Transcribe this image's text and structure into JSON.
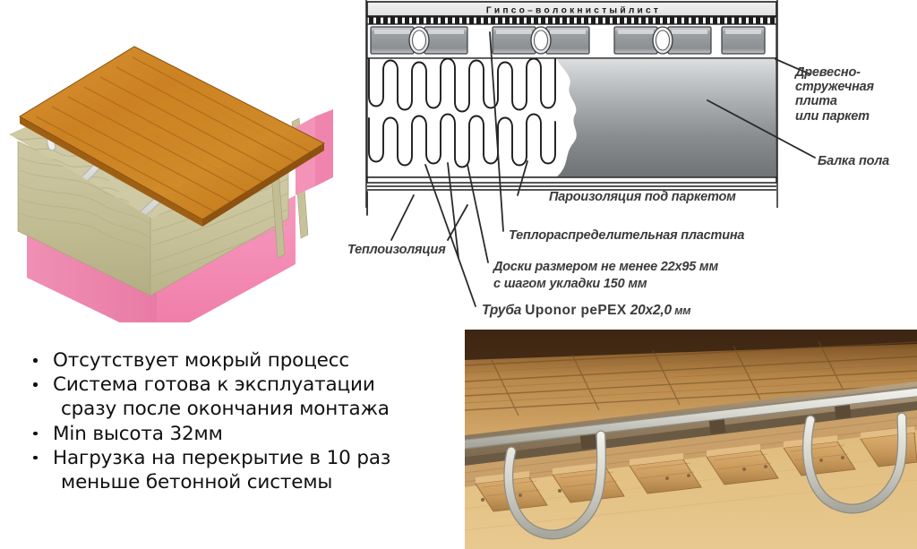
{
  "document": {
    "language": "ru",
    "topic": "Сухая система напольного отопления Uponor"
  },
  "cross_section": {
    "header_label": "Г и п с о – в о л о к н и с т ы й   л и с т",
    "header_label_plain": "Гипсоволокнистый лист",
    "callouts": [
      {
        "id": "chipboard",
        "name": "chipboard-or-parquet",
        "lines": [
          "Древесно-",
          "стружечная плита",
          "или паркет"
        ],
        "text": "Древесно-стружечная плита или паркет"
      },
      {
        "id": "beam",
        "name": "floor-beam",
        "text": "Балка пола"
      },
      {
        "id": "vapor",
        "name": "vapor-barrier",
        "text": "Пароизоляция под паркетом"
      },
      {
        "id": "plate",
        "name": "heat-distribution-plate",
        "text": "Теплораспределительная пластина"
      },
      {
        "id": "insulation",
        "name": "thermal-insulation",
        "text": "Теплоизоляция"
      },
      {
        "id": "boards",
        "name": "boards-spec",
        "line1": "Доски размером не менее 22х95 мм",
        "line2": "с шагом укладки 150 мм",
        "text": "Доски размером не менее 22х95 мм с шагом укладки 150 мм"
      },
      {
        "id": "pipe",
        "name": "pipe-spec",
        "prefix": "Труба ",
        "brand": "Uponor pePEX",
        "suffix": " 20х2,0",
        "unit": " мм",
        "text": "Труба Uponor pePEX 20х2,0 мм"
      }
    ]
  },
  "benefits": {
    "items": [
      {
        "line1": "Отсутствует мокрый процесс",
        "line2": ""
      },
      {
        "line1": "Система готова к эксплуатации",
        "line2": "сразу после окончания монтажа"
      },
      {
        "line1": "Min высота 32мм",
        "line2": ""
      },
      {
        "line1": "Нагрузка на перекрытие в 10 раз",
        "line2": "меньше бетонной системы"
      }
    ]
  },
  "illustration": {
    "name": "isometric-dry-floor-heating-assembly",
    "alt": "Изометрический разрез сухой системы напольного отопления: паркетная доска, теплораспределительные пластины, труба, деревянные лаги и розовый утеплитель"
  },
  "photo": {
    "name": "installation-photo",
    "alt": "Фотография монтажа: труба уложена между деревянными рейками на основании"
  },
  "colors": {
    "wood_top": "#c87d20",
    "wood_top_light": "#d9973a",
    "wood_side": "#a8641a",
    "batten": "#ccc7a1",
    "batten_shadow": "#aaa47c",
    "insulation_pink": "#f58bb0",
    "insulation_pink_dark": "#e0749c",
    "metal_plate": "#b9bcbe",
    "metal_plate_dark": "#8d9194",
    "pipe_white": "#e9e9e5",
    "diagram_line": "#1d1d1d",
    "diagram_gray": "#8a8d90",
    "text_dark": "#101010",
    "callout_text": "#3b3b3b"
  }
}
